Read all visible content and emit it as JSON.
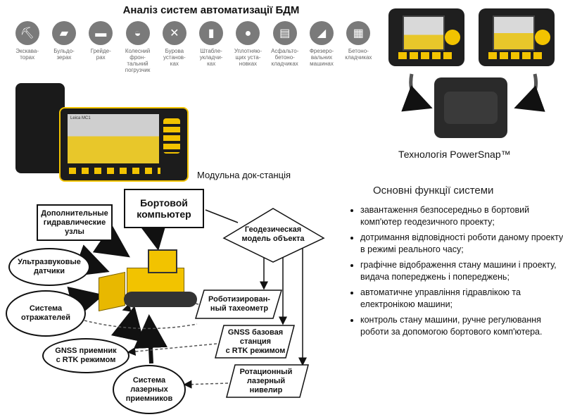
{
  "title": "Аналіз систем автоматизації БДМ",
  "machines": [
    {
      "label": "Экскава-\nторах",
      "icon": "excavator-icon"
    },
    {
      "label": "Бульдо-\nзерах",
      "icon": "bulldozer-icon"
    },
    {
      "label": "Грейде-\nрах",
      "icon": "grader-icon"
    },
    {
      "label": "Колесний\nфрон-\nтальний\nпогрузчик",
      "icon": "wheel-loader-icon"
    },
    {
      "label": "Бурова\nустанов-\nках",
      "icon": "drilling-rig-icon"
    },
    {
      "label": "Штабле-\nукладчи-\nках",
      "icon": "pile-driver-icon"
    },
    {
      "label": "Уплотняю-\nщих уста-\nновках",
      "icon": "compactor-icon"
    },
    {
      "label": "Асфальто-\nбетоно-\nкладчиках",
      "icon": "asphalt-paver-icon"
    },
    {
      "label": "Фрезеро-\nвальних\nмашинах",
      "icon": "milling-machine-icon"
    },
    {
      "label": "Бетоно-\nкладчиках",
      "icon": "concrete-paver-icon"
    }
  ],
  "device_brand": "Leica MC1",
  "caption_dock": "Модульна док-станція",
  "caption_powersnap": "Технологія PowerSnap™",
  "diagram": {
    "onboard_computer": "Бортовой\nкомпьютер",
    "hydraulic": "Дополнительные\nгидравлические\nузлы",
    "ultrasonic": "Ультразвуковые\nдатчики",
    "reflector": "Система\nотражателей",
    "gnss_receiver": "GNSS приемник\nс RTK режимом",
    "laser_receivers": "Система\nлазерных\nприемников",
    "geodetic_model": "Геодезическая\nмодель объекта",
    "robot_total_station": "Роботизирован-\nный тахеометр",
    "gnss_base": "GNSS базовая\nстанция\nс RTK режимом",
    "rotary_level": "Ротационный\nлазерный\nнивелир"
  },
  "functions_title": "Основні функції системи",
  "functions": [
    "завантаження безпосередньо в бортовий комп'ютер геодезичного проекту;",
    "дотримання відповідності роботи даному проекту в режимі реального часу;",
    "графічне відображення стану машини і проекту, видача попереджень і попереджень;",
    "автоматичне управління гідравлікою та електронікою машини;",
    "контроль стану машини, ручне регулювання роботи за допомогою бортового комп'ютера."
  ],
  "colors": {
    "accent": "#f2c300",
    "device": "#1f1f1f",
    "icon_bg": "#7a7a7a"
  }
}
